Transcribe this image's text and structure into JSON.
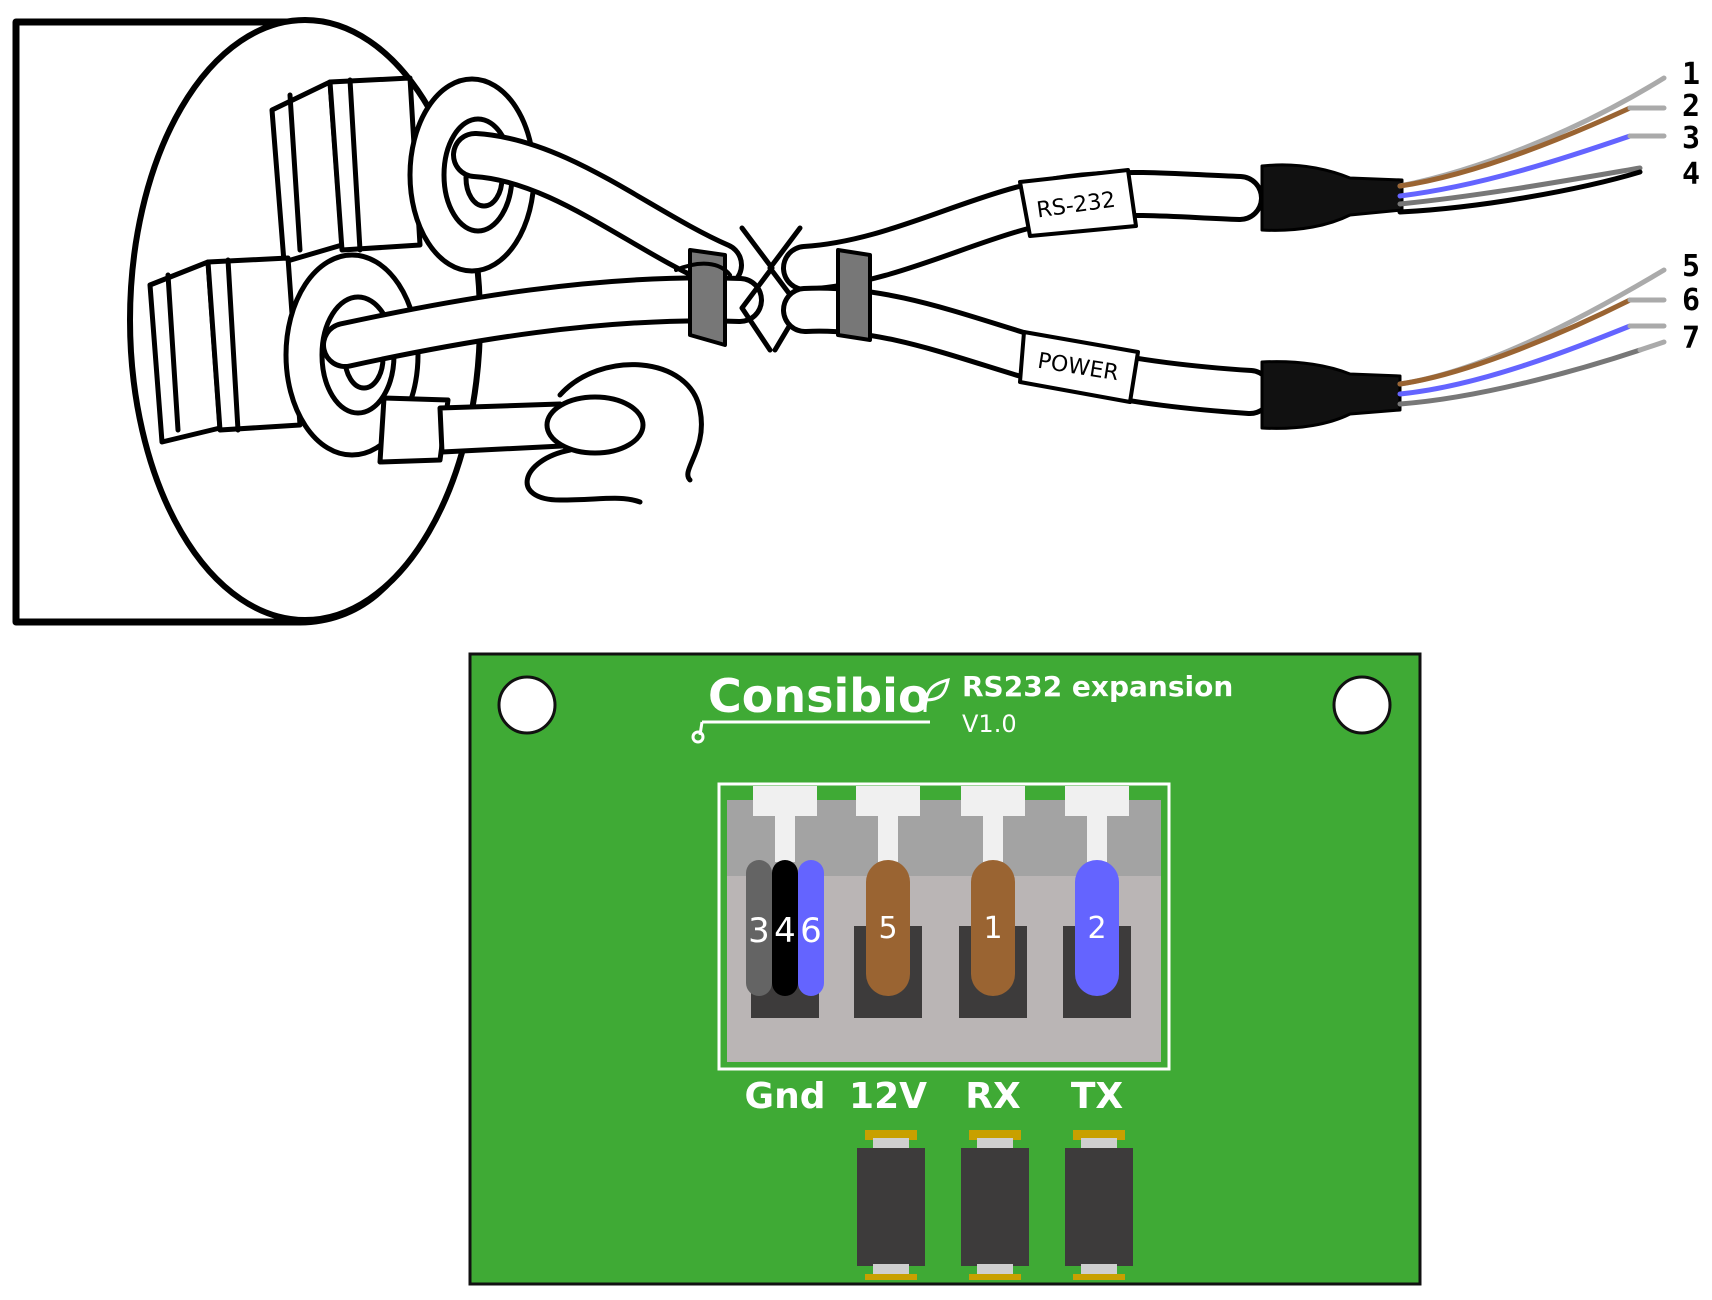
{
  "cable": {
    "tag_rs232": "RS-232",
    "tag_power": "POWER",
    "wire_numbers": [
      "1",
      "2",
      "3",
      "4",
      "5",
      "6",
      "7"
    ]
  },
  "board": {
    "brand": "Consibio",
    "product": "RS232 expansion",
    "version": "V1.0",
    "terminals": [
      {
        "label": "Gnd",
        "wires": [
          "3",
          "4",
          "6"
        ]
      },
      {
        "label": "12V",
        "wires": [
          "5"
        ]
      },
      {
        "label": "RX",
        "wires": [
          "1"
        ]
      },
      {
        "label": "TX",
        "wires": [
          "2"
        ]
      }
    ]
  },
  "colors": {
    "board_green": "#3faa35",
    "brown_wire": "#9a6432",
    "blue_wire": "#6464ff",
    "grey_wire": "#646464",
    "black_wire": "#000000"
  }
}
